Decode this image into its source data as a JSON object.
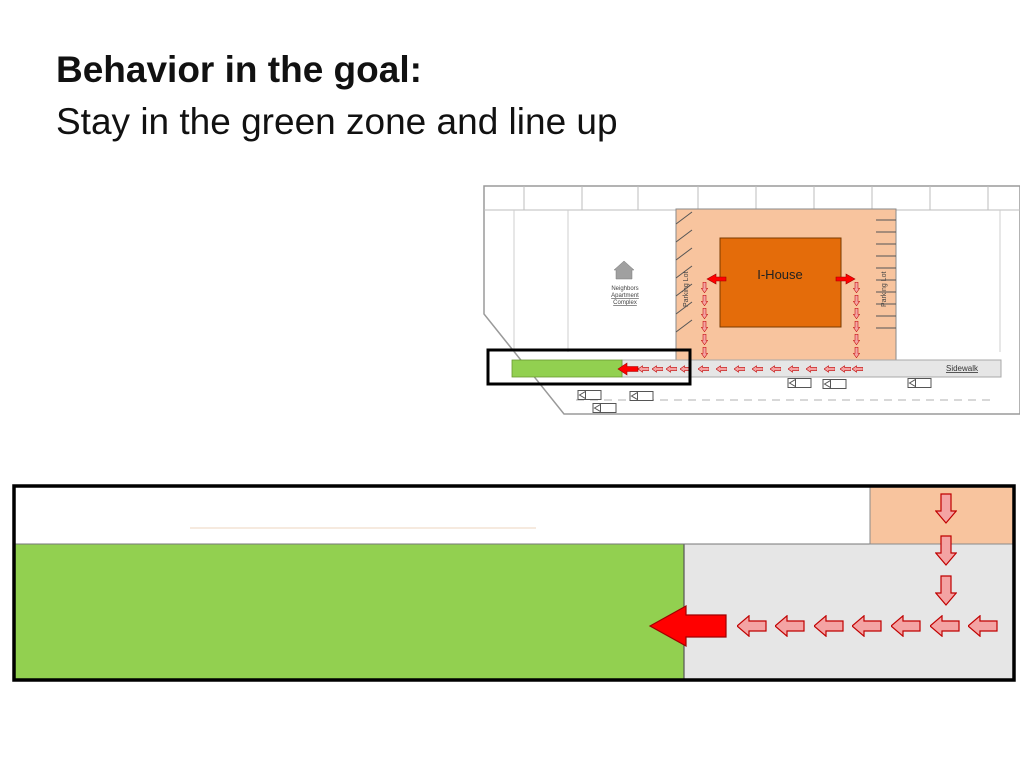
{
  "slide": {
    "title": "Behavior in the goal:",
    "subtitle": "Stay in the green zone and line up"
  },
  "map": {
    "building_label": "I-House",
    "parking_label": "Parking Lot",
    "neighbors_label_lines": [
      "Neighbors",
      "Apartment",
      "Complex"
    ],
    "sidewalk_label": "Sidewalk",
    "colors": {
      "green_zone": "#92d050",
      "parking_lot": "#f8c49e",
      "building": "#e46c0a",
      "sidewalk": "#e6e6e6",
      "arrow_big": "#ff0000",
      "arrow_small": "#f4a3a3",
      "highlight_frame": "#000000"
    },
    "icons": [
      "house-icon",
      "car-icon"
    ]
  },
  "zoom_view": {
    "colors": {
      "green_zone": "#92d050",
      "sidewalk": "#e6e6e6",
      "parking_lot": "#f8c49e",
      "arrow_big": "#ff0000",
      "arrow_small": "#f4a3a3"
    }
  }
}
